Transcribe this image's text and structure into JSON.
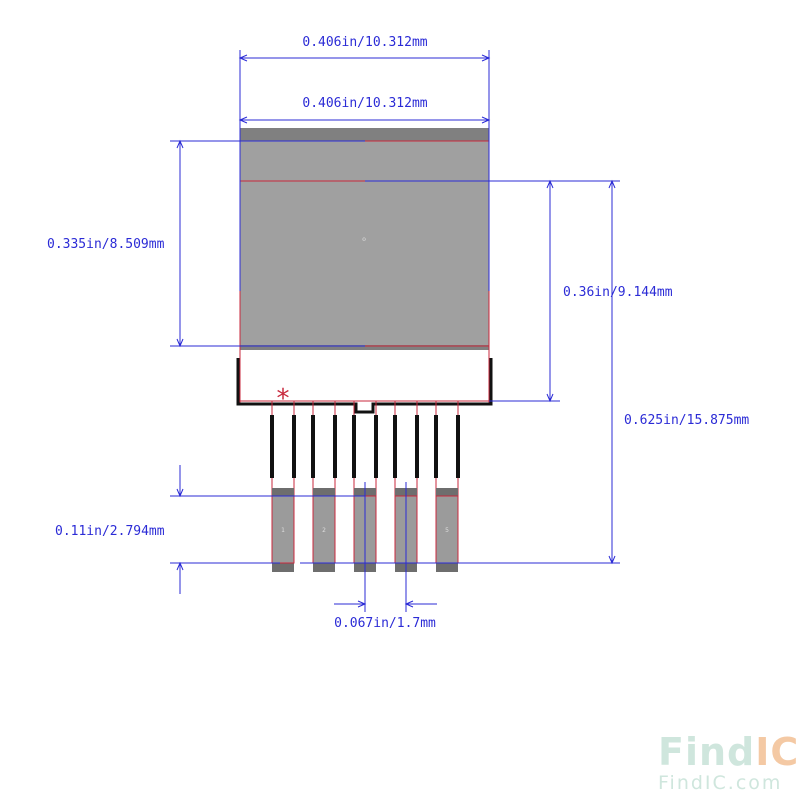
{
  "dimensions": {
    "top_width": "0.406in/10.312mm",
    "inner_width": "0.406in/10.312mm",
    "tab_height": "0.335in/8.509mm",
    "body_height": "0.36in/9.144mm",
    "total_height": "0.625in/15.875mm",
    "pad_length": "0.11in/2.794mm",
    "pitch": "0.067in/1.7mm"
  },
  "pin1_marker": "*",
  "pads": [
    {
      "label": "1"
    },
    {
      "label": "2"
    },
    {
      "label": ""
    },
    {
      "label": ""
    },
    {
      "label": "5"
    }
  ],
  "center_mark": "o",
  "watermark": {
    "logo_find": "Find",
    "logo_ic": "IC",
    "url": "FindIC.com"
  },
  "colors": {
    "dimension": "#2b2bd6",
    "outline": "#c8283c",
    "pad_fill": "#9b9b9b",
    "pad_dark": "#6e6e6e",
    "body_line": "#111111",
    "logo_find": "#cfe6dd",
    "logo_ic": "#f4c9a4"
  }
}
